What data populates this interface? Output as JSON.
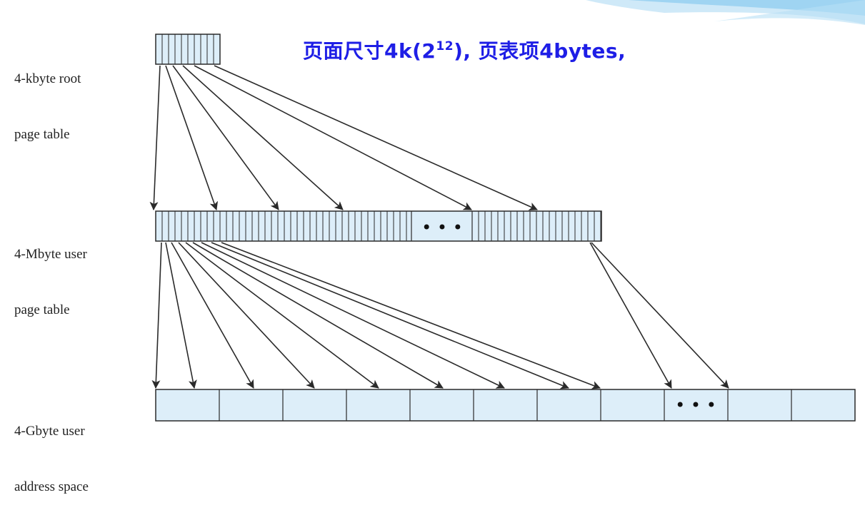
{
  "decor": {
    "accent_top_right": "#9fd4f2",
    "accent_light": "#cfe9f8",
    "cell_fill": "#ddeef9",
    "stroke": "#2a2a2a"
  },
  "labels": {
    "root": {
      "line1": "4-kbyte root",
      "line2": "page table"
    },
    "mid": {
      "line1": "4-Mbyte user",
      "line2": "page table"
    },
    "addr": {
      "line1": "4-Gbyte user",
      "line2": "address space"
    }
  },
  "headline": {
    "before": "页面尺寸4k(2",
    "superscript": "12",
    "after": "), 页表项4bytes,"
  },
  "ellipsis": "• • •",
  "highlight_color": "#1e1ee6"
}
